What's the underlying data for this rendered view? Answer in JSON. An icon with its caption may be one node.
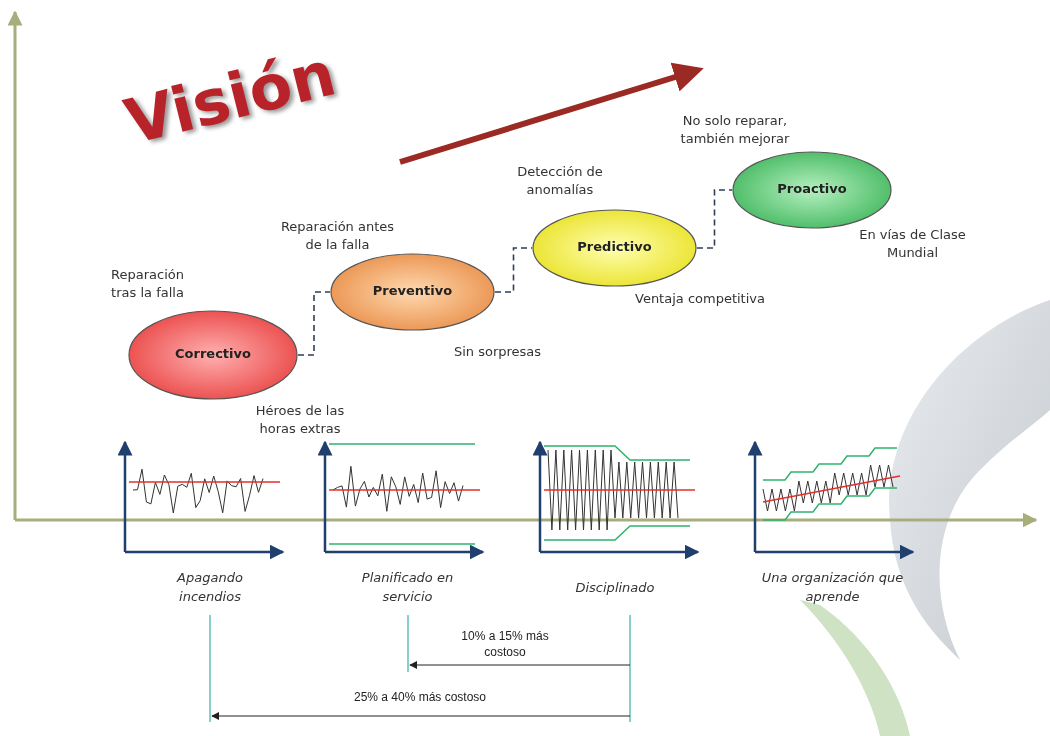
{
  "diagram": {
    "title": "Visión",
    "nodes": [
      {
        "text": [
          "Correctivo"
        ],
        "beside": [
          "Reparación tras la falla",
          "Héroes de las horas extras"
        ]
      },
      {
        "text": [
          "Preventivo"
        ],
        "beside": [
          "Reparación antes de la falla",
          "Sin sorpresas"
        ]
      },
      {
        "text": [
          "Predictivo"
        ],
        "beside": [
          "Detección de anomalías",
          "Ventaja competitiva"
        ]
      },
      {
        "text": [
          "Proactivo"
        ],
        "beside": [
          "No solo reparar, también mejorar",
          "En vías de Clase Mundial"
        ]
      }
    ],
    "edges": [
      {
        "from": 0,
        "to": 1,
        "arrow": "none",
        "style": "dashed"
      },
      {
        "from": 1,
        "to": 2,
        "arrow": "none",
        "style": "dashed"
      },
      {
        "from": 2,
        "to": 3,
        "arrow": "none",
        "style": "dashed"
      }
    ],
    "labels": [
      "Apagando incendios",
      "Planificado en servicio",
      "Disciplinado",
      "Una organización que aprende",
      "10% a 15% más costoso",
      "25% a 40% más costoso"
    ]
  }
}
